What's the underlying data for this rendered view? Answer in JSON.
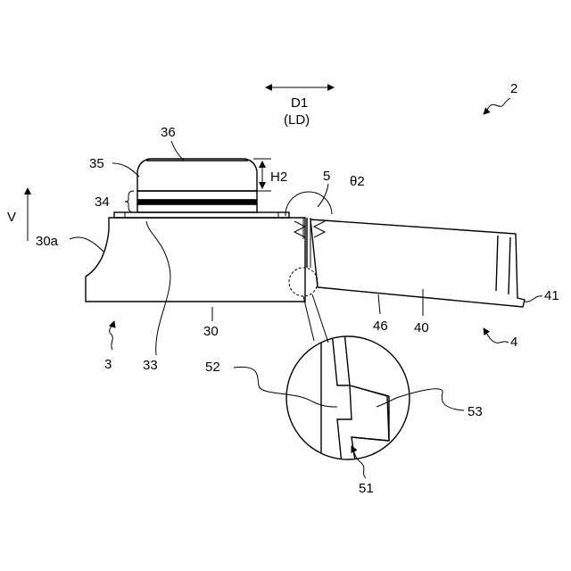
{
  "figure": {
    "labels": {
      "ref_2": "2",
      "d1": "D1",
      "ld": "(LD)",
      "ref_36": "36",
      "ref_35": "35",
      "h2": "H2",
      "ref_5": "5",
      "theta2": "θ2",
      "ref_34": "34",
      "v": "V",
      "ref_30a": "30a",
      "ref_41": "41",
      "ref_46": "46",
      "ref_40": "40",
      "ref_4": "4",
      "ref_30": "30",
      "ref_3": "3",
      "ref_33": "33",
      "ref_52": "52",
      "ref_53": "53",
      "ref_51": "51"
    }
  }
}
